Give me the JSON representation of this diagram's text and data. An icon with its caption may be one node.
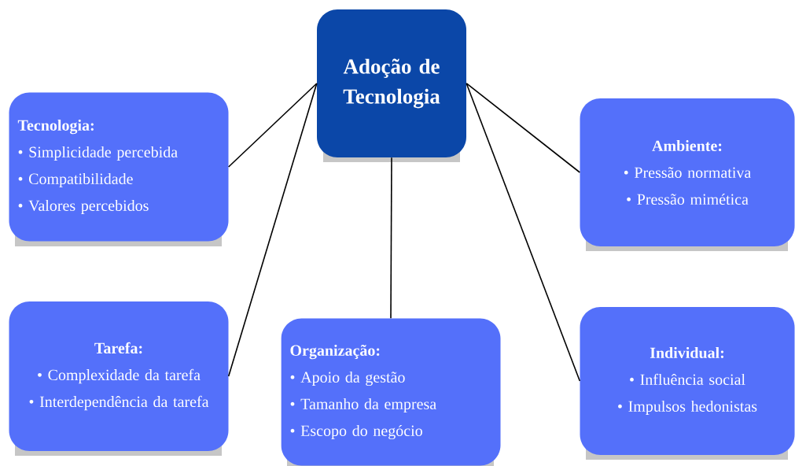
{
  "diagram": {
    "nodes": [
      {
        "text": [
          "Adoção de Tecnologia"
        ]
      },
      {
        "text": [
          "Tecnologia:",
          "• Simplicidade percebida",
          "• Compatibilidade",
          "• Valores percebidos"
        ]
      },
      {
        "text": [
          "Ambiente:",
          "• Pressão normativa",
          "• Pressão mimética"
        ]
      },
      {
        "text": [
          "Tarefa:",
          "• Complexidade da tarefa",
          "• Interdependência da tarefa"
        ]
      },
      {
        "text": [
          "Organização:",
          "• Apoio da gestão",
          "• Tamanho da empresa",
          "• Escopo do negócio"
        ]
      },
      {
        "text": [
          "Individual:",
          "• Influência social",
          "• Impulsos hedonistas"
        ]
      }
    ],
    "edges": [
      {
        "from": 0,
        "to": 1,
        "arrow": "none"
      },
      {
        "from": 0,
        "to": 2,
        "arrow": "none"
      },
      {
        "from": 0,
        "to": 3,
        "arrow": "none"
      },
      {
        "from": 0,
        "to": 4,
        "arrow": "none"
      },
      {
        "from": 0,
        "to": 5,
        "arrow": "none"
      }
    ]
  }
}
